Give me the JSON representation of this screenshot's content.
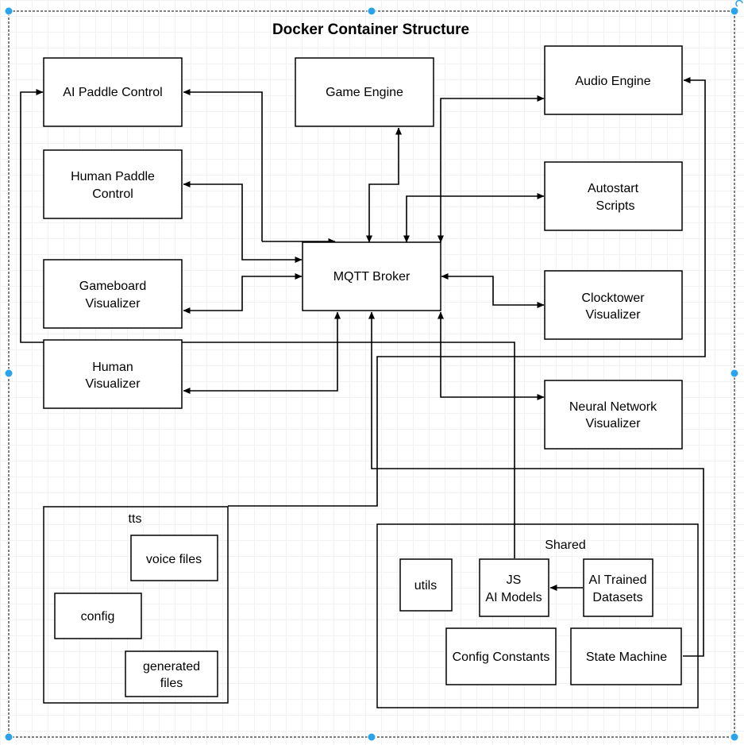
{
  "title": "Docker Container Structure",
  "nodes": {
    "ai_paddle": [
      "AI Paddle Control"
    ],
    "game_engine": [
      "Game Engine"
    ],
    "audio_engine": [
      "Audio Engine"
    ],
    "human_paddle": [
      "Human Paddle",
      "Control"
    ],
    "autostart": [
      "Autostart",
      "Scripts"
    ],
    "gameboard": [
      "Gameboard",
      "Visualizer"
    ],
    "mqtt": [
      "MQTT Broker"
    ],
    "clocktower": [
      "Clocktower",
      "Visualizer"
    ],
    "human_vis": [
      "Human",
      "Visualizer"
    ],
    "neural": [
      "Neural Network",
      "Visualizer"
    ]
  },
  "tts": {
    "label": "tts",
    "voice_files": [
      "voice files"
    ],
    "config": [
      "config"
    ],
    "generated_files": [
      "generated",
      "files"
    ]
  },
  "shared": {
    "label": "Shared",
    "utils": [
      "utils"
    ],
    "js_models": [
      "JS",
      "AI Models"
    ],
    "datasets": [
      "AI Trained",
      "Datasets"
    ],
    "config_constants": [
      "Config Constants"
    ],
    "state_machine": [
      "State Machine"
    ]
  },
  "colors": {
    "lines": "#000000",
    "selection_handle": "#29a3ec",
    "grid": "#f2f2f2"
  }
}
